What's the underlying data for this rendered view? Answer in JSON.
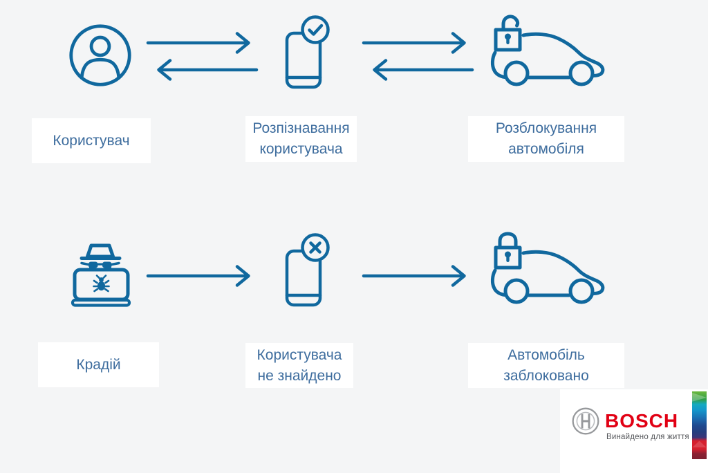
{
  "palette": {
    "icon_blue": "#10689e",
    "label_blue": "#3e6d9e",
    "background": "#f4f5f6",
    "label_box": "#ffffff",
    "bosch_red": "#e10014",
    "tagline_gray": "#54565a",
    "symbol_gray": "#97999c"
  },
  "diagram": {
    "rows": [
      {
        "id": "authorized-flow",
        "connector_type": "double-arrow",
        "nodes": [
          {
            "icon": "user-icon",
            "lines": [
              "Користувач"
            ]
          },
          {
            "icon": "phone-check-icon",
            "lines": [
              "Розпізнавання",
              "користувача"
            ]
          },
          {
            "icon": "car-unlocked-icon",
            "lines": [
              "Розблокування",
              "автомобіля"
            ]
          }
        ]
      },
      {
        "id": "thief-flow",
        "connector_type": "single-arrow",
        "nodes": [
          {
            "icon": "thief-laptop-icon",
            "lines": [
              "Крадій"
            ]
          },
          {
            "icon": "phone-x-icon",
            "lines": [
              "Користувача",
              "не знайдено"
            ]
          },
          {
            "icon": "car-locked-icon",
            "lines": [
              "Автомобіль",
              "заблоковано"
            ]
          }
        ]
      }
    ]
  },
  "branding": {
    "logo_text": "BOSCH",
    "tagline": "Винайдено для життя"
  }
}
